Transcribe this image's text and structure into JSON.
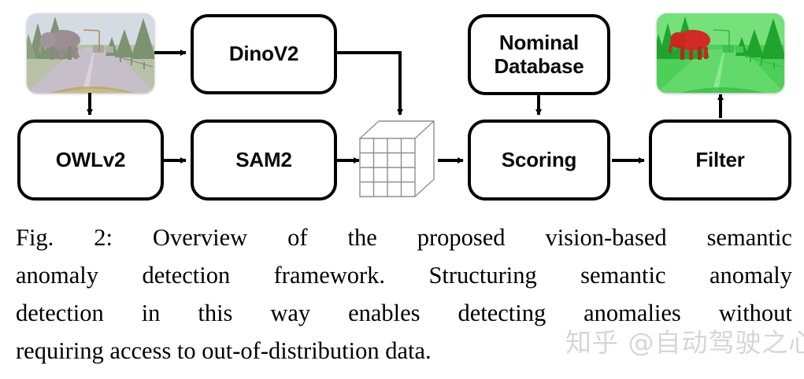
{
  "figure": {
    "id": "Fig. 2",
    "caption_lines": [
      [
        "Fig.",
        "2:",
        "Overview",
        "of",
        "the",
        "proposed",
        "vision-based",
        "semantic"
      ],
      [
        "anomaly",
        "detection",
        "framework.",
        "Structuring",
        "semantic",
        "anomaly"
      ],
      [
        "detection",
        "in",
        "this",
        "way",
        "enables",
        "detecting",
        "anomalies",
        "without"
      ]
    ],
    "caption_last_line": "requiring access to out-of-distribution data.",
    "caption_full": "Fig. 2: Overview of the proposed vision-based semantic anomaly detection framework. Structuring semantic anomaly detection in this way enables detecting anomalies without requiring access to out-of-distribution data."
  },
  "diagram": {
    "nodes": [
      {
        "key": "dinov2",
        "label": "DinoV2"
      },
      {
        "key": "owlv2",
        "label": "OWLv2"
      },
      {
        "key": "sam2",
        "label": "SAM2"
      },
      {
        "key": "nominal_database",
        "label": "Nominal\nDatabase"
      },
      {
        "key": "scoring",
        "label": "Scoring"
      },
      {
        "key": "filter",
        "label": "Filter"
      }
    ],
    "feature_cube": {
      "name": "feature-cube",
      "grid_rows": 4,
      "grid_cols": 4
    },
    "thumbnails": [
      {
        "key": "input_image",
        "name": "input-driving-scene-image",
        "description": "Driving scene with elephant on road",
        "accent": "#a88f86"
      },
      {
        "key": "output_image",
        "name": "output-anomaly-highlight-image",
        "description": "Green-masked driving scene with red anomaly elephant",
        "accent": "#cc2222"
      }
    ],
    "edges": [
      {
        "from": "input_image",
        "to": "dinov2"
      },
      {
        "from": "input_image",
        "to": "owlv2"
      },
      {
        "from": "owlv2",
        "to": "sam2"
      },
      {
        "from": "sam2",
        "to": "feature_cube"
      },
      {
        "from": "dinov2",
        "to": "feature_cube"
      },
      {
        "from": "feature_cube",
        "to": "scoring"
      },
      {
        "from": "nominal_database",
        "to": "scoring"
      },
      {
        "from": "scoring",
        "to": "filter"
      },
      {
        "from": "filter",
        "to": "output_image"
      }
    ]
  },
  "watermark": {
    "text": "知乎 @自动驾驶之心"
  },
  "colors": {
    "stroke": "#000000",
    "cube_line": "#8a8a8a",
    "box_border": "#000000",
    "background": "#ffffff",
    "mask_green": "#3fcf4a",
    "anomaly_red": "#d02b24"
  }
}
